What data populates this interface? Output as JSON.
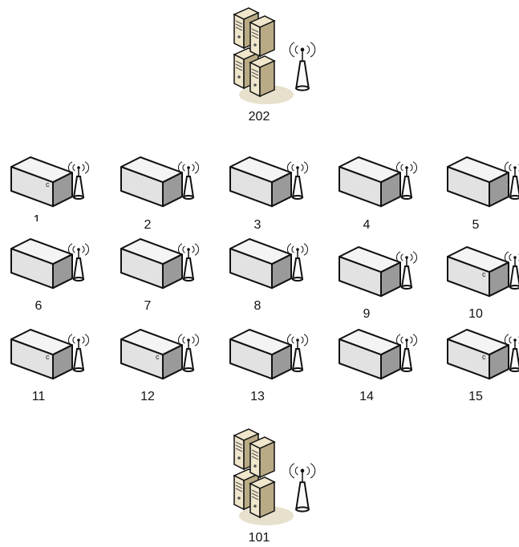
{
  "servers": [
    {
      "id": "server-top",
      "label": "202"
    },
    {
      "id": "server-bottom",
      "label": "101"
    }
  ],
  "nodes": [
    {
      "label": "1",
      "marked": true
    },
    {
      "label": "2",
      "marked": false
    },
    {
      "label": "3",
      "marked": false
    },
    {
      "label": "4",
      "marked": false
    },
    {
      "label": "5",
      "marked": false
    },
    {
      "label": "6",
      "marked": false
    },
    {
      "label": "7",
      "marked": false
    },
    {
      "label": "8",
      "marked": false
    },
    {
      "label": "9",
      "marked": false
    },
    {
      "label": "10",
      "marked": true
    },
    {
      "label": "11",
      "marked": true
    },
    {
      "label": "12",
      "marked": true
    },
    {
      "label": "13",
      "marked": false
    },
    {
      "label": "14",
      "marked": false
    },
    {
      "label": "15",
      "marked": true
    }
  ],
  "box_mark": "c",
  "icons": {
    "server": "server-stack-icon",
    "node": "box-node-icon",
    "antenna": "wireless-antenna-icon"
  },
  "colors": {
    "outline": "#111111",
    "box_top": "#f4f4f4",
    "box_front": "#e2e2e2",
    "box_side": "#9a9a9a",
    "server_light": "#efe6cc",
    "server_dark": "#b9ab85",
    "shadow": "#e6e0cc"
  }
}
